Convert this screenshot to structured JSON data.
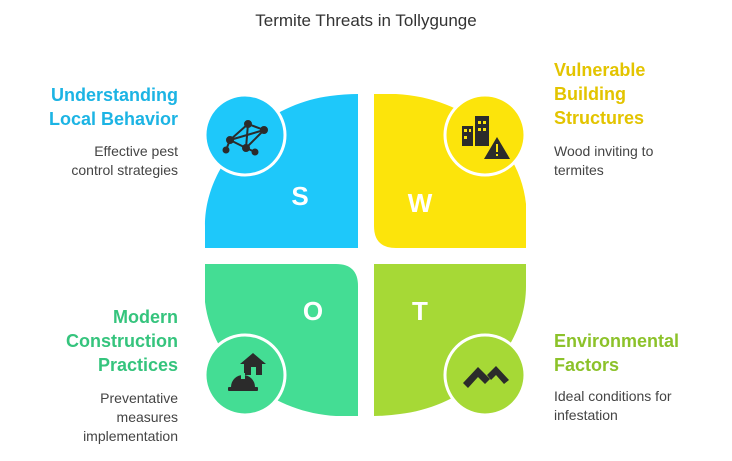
{
  "title": "Termite Threats in Tollygunge",
  "quadrants": {
    "s": {
      "letter": "S",
      "color": "#1ec8fa",
      "heading_lines": [
        "Understanding",
        "Local Behavior"
      ],
      "desc_lines": [
        "Effective pest",
        "control strategies"
      ],
      "icon": "network-icon"
    },
    "w": {
      "letter": "W",
      "color": "#fce40b",
      "heading_color": "#e3c400",
      "heading_lines": [
        "Vulnerable",
        "Building",
        "Structures"
      ],
      "desc_lines": [
        "Wood inviting to",
        "termites"
      ],
      "icon": "building-warning-icon"
    },
    "o": {
      "letter": "O",
      "color": "#44dd94",
      "heading_color": "#35c47d",
      "heading_lines": [
        "Modern",
        "Construction",
        "Practices"
      ],
      "desc_lines": [
        "Preventative",
        "measures",
        "implementation"
      ],
      "icon": "house-hardhat-icon"
    },
    "t": {
      "letter": "T",
      "color": "#a6d936",
      "heading_color": "#8cc22a",
      "heading_lines": [
        "Environmental",
        "Factors"
      ],
      "desc_lines": [
        "Ideal conditions for",
        "infestation"
      ],
      "icon": "mountain-peaks-icon"
    }
  }
}
